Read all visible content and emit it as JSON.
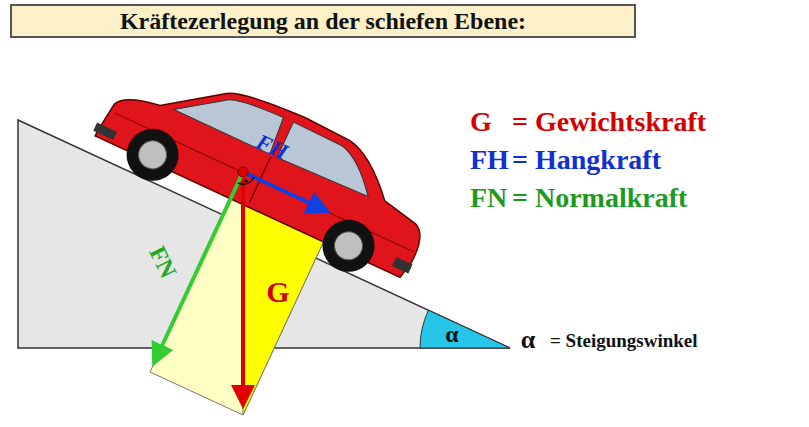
{
  "diagram": {
    "title": "Kräftezerlegung an der schiefen Ebene:",
    "labels": [
      "G",
      "= Gewichtskraft",
      "FH",
      "= Hangkraft",
      "FN",
      "= Normalkraft",
      "FH",
      "FN",
      "G",
      "α",
      "α",
      "= Steigungswinkel"
    ]
  }
}
